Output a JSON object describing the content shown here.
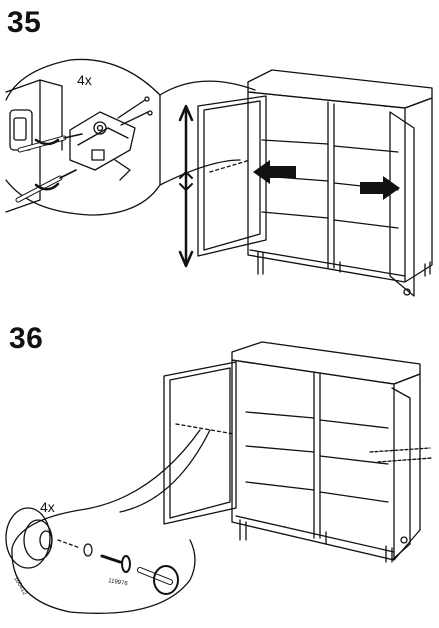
{
  "steps": [
    {
      "number": "35",
      "detail_quantity": "4x"
    },
    {
      "number": "36",
      "detail_quantity": "4x",
      "part_numbers": [
        "100412",
        "119976"
      ]
    }
  ]
}
